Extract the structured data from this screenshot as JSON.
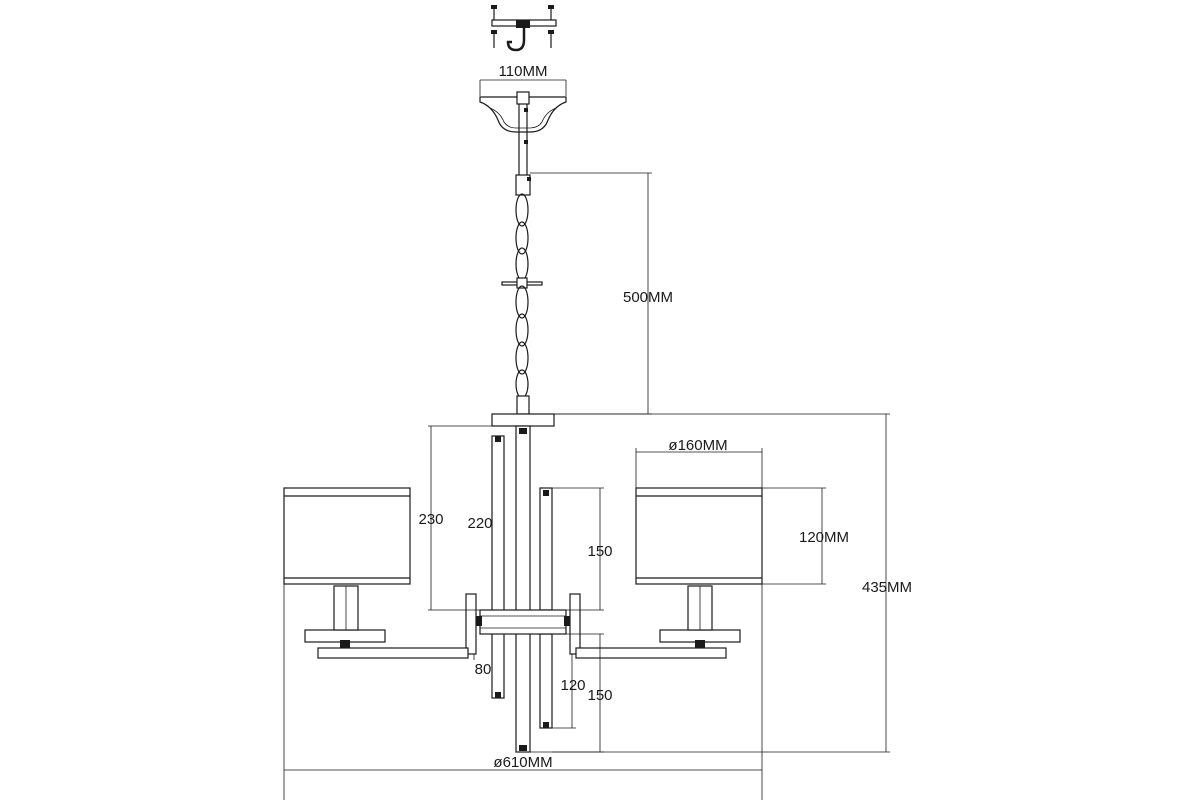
{
  "dimensions": {
    "canopy_width": "110MM",
    "chain_length": "500MM",
    "shade_diameter": "ø160MM",
    "shade_height": "120MM",
    "total_height": "435MM",
    "total_width": "ø610MM",
    "height_230": "230",
    "height_220": "220",
    "height_150_upper": "150",
    "height_150_lower": "150",
    "height_120": "120",
    "height_80": "80"
  }
}
